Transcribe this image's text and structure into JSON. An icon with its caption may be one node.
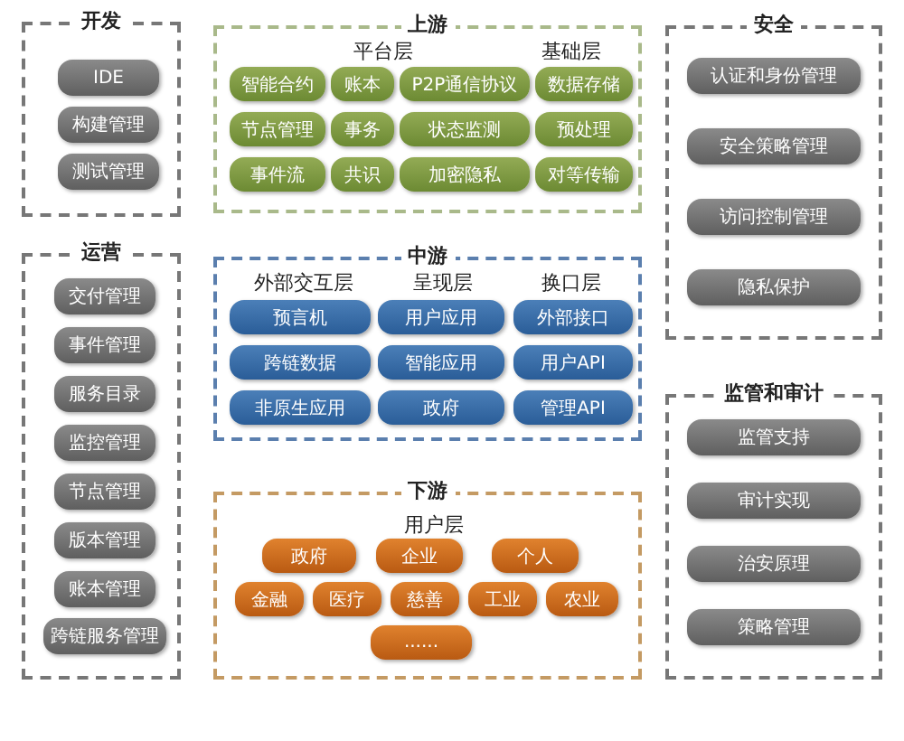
{
  "diagram": {
    "nodes": [
      {
        "text": [
          "开发"
        ]
      },
      {
        "text": [
          "IDE"
        ],
        "in": 0
      },
      {
        "text": [
          "构建管理"
        ],
        "in": 0
      },
      {
        "text": [
          "测试管理"
        ],
        "in": 0
      },
      {
        "text": [
          "运营"
        ]
      },
      {
        "text": [
          "交付管理"
        ],
        "in": 4
      },
      {
        "text": [
          "事件管理"
        ],
        "in": 4
      },
      {
        "text": [
          "服务目录"
        ],
        "in": 4
      },
      {
        "text": [
          "监控管理"
        ],
        "in": 4
      },
      {
        "text": [
          "节点管理"
        ],
        "in": 4
      },
      {
        "text": [
          "版本管理"
        ],
        "in": 4
      },
      {
        "text": [
          "账本管理"
        ],
        "in": 4
      },
      {
        "text": [
          "跨链服务管理"
        ],
        "in": 4
      },
      {
        "text": [
          "上游",
          "平台层",
          "基础层"
        ]
      },
      {
        "text": [
          "智能合约"
        ],
        "in": 13
      },
      {
        "text": [
          "账本"
        ],
        "in": 13
      },
      {
        "text": [
          "P2P通信协议"
        ],
        "in": 13
      },
      {
        "text": [
          "数据存储"
        ],
        "in": 13
      },
      {
        "text": [
          "节点管理"
        ],
        "in": 13
      },
      {
        "text": [
          "事务"
        ],
        "in": 13
      },
      {
        "text": [
          "状态监测"
        ],
        "in": 13
      },
      {
        "text": [
          "预处理"
        ],
        "in": 13
      },
      {
        "text": [
          "事件流"
        ],
        "in": 13
      },
      {
        "text": [
          "共识"
        ],
        "in": 13
      },
      {
        "text": [
          "加密隐私"
        ],
        "in": 13
      },
      {
        "text": [
          "对等传输"
        ],
        "in": 13
      },
      {
        "text": [
          "中游",
          "外部交互层",
          "呈现层",
          "换口层"
        ]
      },
      {
        "text": [
          "预言机"
        ],
        "in": 26
      },
      {
        "text": [
          "用户应用"
        ],
        "in": 26
      },
      {
        "text": [
          "外部接口"
        ],
        "in": 26
      },
      {
        "text": [
          "跨链数据"
        ],
        "in": 26
      },
      {
        "text": [
          "智能应用"
        ],
        "in": 26
      },
      {
        "text": [
          "用户API"
        ],
        "in": 26
      },
      {
        "text": [
          "非原生应用"
        ],
        "in": 26
      },
      {
        "text": [
          "政府"
        ],
        "in": 26
      },
      {
        "text": [
          "管理API"
        ],
        "in": 26
      },
      {
        "text": [
          "下游",
          "用户层"
        ]
      },
      {
        "text": [
          "政府"
        ],
        "in": 36
      },
      {
        "text": [
          "企业"
        ],
        "in": 36
      },
      {
        "text": [
          "个人"
        ],
        "in": 36
      },
      {
        "text": [
          "金融"
        ],
        "in": 36
      },
      {
        "text": [
          "医疗"
        ],
        "in": 36
      },
      {
        "text": [
          "慈善"
        ],
        "in": 36
      },
      {
        "text": [
          "工业"
        ],
        "in": 36
      },
      {
        "text": [
          "农业"
        ],
        "in": 36
      },
      {
        "text": [
          "......"
        ],
        "in": 36
      },
      {
        "text": [
          "安全"
        ]
      },
      {
        "text": [
          "认证和身份管理"
        ],
        "in": 46
      },
      {
        "text": [
          "安全策略管理"
        ],
        "in": 46
      },
      {
        "text": [
          "访问控制管理"
        ],
        "in": 46
      },
      {
        "text": [
          "隐私保护"
        ],
        "in": 46
      },
      {
        "text": [
          "监管和审计"
        ]
      },
      {
        "text": [
          "监管支持"
        ],
        "in": 51
      },
      {
        "text": [
          "审计实现"
        ],
        "in": 51
      },
      {
        "text": [
          "治安原理"
        ],
        "in": 51
      },
      {
        "text": [
          "策略管理"
        ],
        "in": 51
      }
    ]
  }
}
